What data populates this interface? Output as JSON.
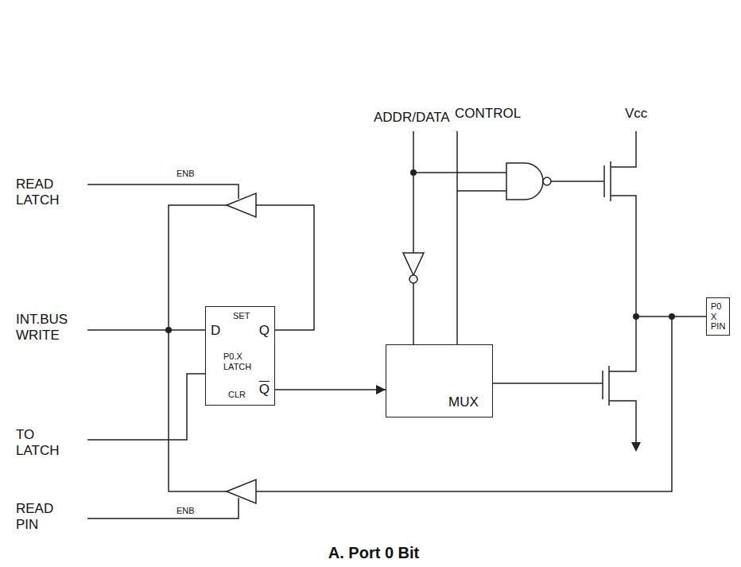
{
  "diagram": {
    "caption": "A. Port 0 Bit",
    "nodes": [
      {
        "text": [
          "D",
          "SET",
          "Q",
          "P0.X LATCH",
          "CLR",
          "Q"
        ]
      },
      {
        "text": [
          "MUX"
        ]
      },
      {
        "text": [
          "P0 X PIN"
        ]
      }
    ],
    "edges": [
      {
        "from": 0,
        "to": 1,
        "arrow": "to"
      }
    ],
    "labels": [
      "READ LATCH",
      "ENB",
      "INT.BUS WRITE",
      "TO LATCH",
      "READ PIN",
      "ENB",
      "ADDR/DATA",
      "CONTROL",
      "Vcc"
    ]
  }
}
